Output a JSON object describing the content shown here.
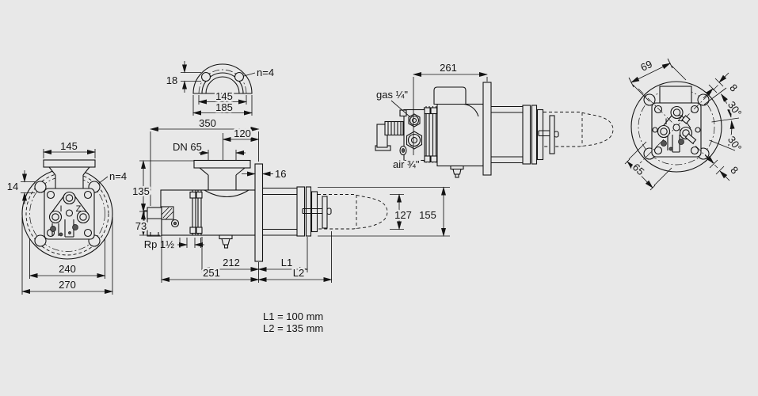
{
  "drawing": {
    "front_view": {
      "flange_width": "145",
      "hole_diameter": "14",
      "hole_count": "n=4",
      "bolt_circle_diameter": "240",
      "outer_diameter": "270",
      "ionisation_label": "I",
      "ignition_label": "Z"
    },
    "flange_detail_view": {
      "hole_diameter": "18",
      "hole_count": "n=4",
      "bolt_circle_diameter": "145",
      "outer_diameter": "185"
    },
    "side_view": {
      "overall_length": "350",
      "flange_offset": "120",
      "nominal_diameter": "DN 65",
      "flange_thickness": "16",
      "height_above_axis": "135",
      "height_below_axis": "73",
      "gas_connection": "Rp 1½",
      "length_to_flange_1": "212",
      "length_to_flange_2": "251",
      "tube_ext_label_1": "L1",
      "tube_ext_label_2": "L2",
      "head_diameter": "127",
      "tube_diameter": "155"
    },
    "rear_side_view": {
      "length_to_flange": "261",
      "gas_test_point": "gas ¼\"",
      "air_test_point": "air ¾\""
    },
    "rear_view": {
      "electrode_distance_top": "69",
      "offset_top": "8",
      "angle_upper": "30°",
      "angle_lower": "30°",
      "offset_bottom": "8",
      "electrode_distance_bottom": "65",
      "ionisation_label": "I",
      "ignition_label": "Z"
    },
    "notes": {
      "tube_length_1": "L1 = 100 mm",
      "tube_length_2": "L2 = 135 mm"
    },
    "colors": {
      "background": "#e8e8e8",
      "line": "#141414"
    }
  }
}
